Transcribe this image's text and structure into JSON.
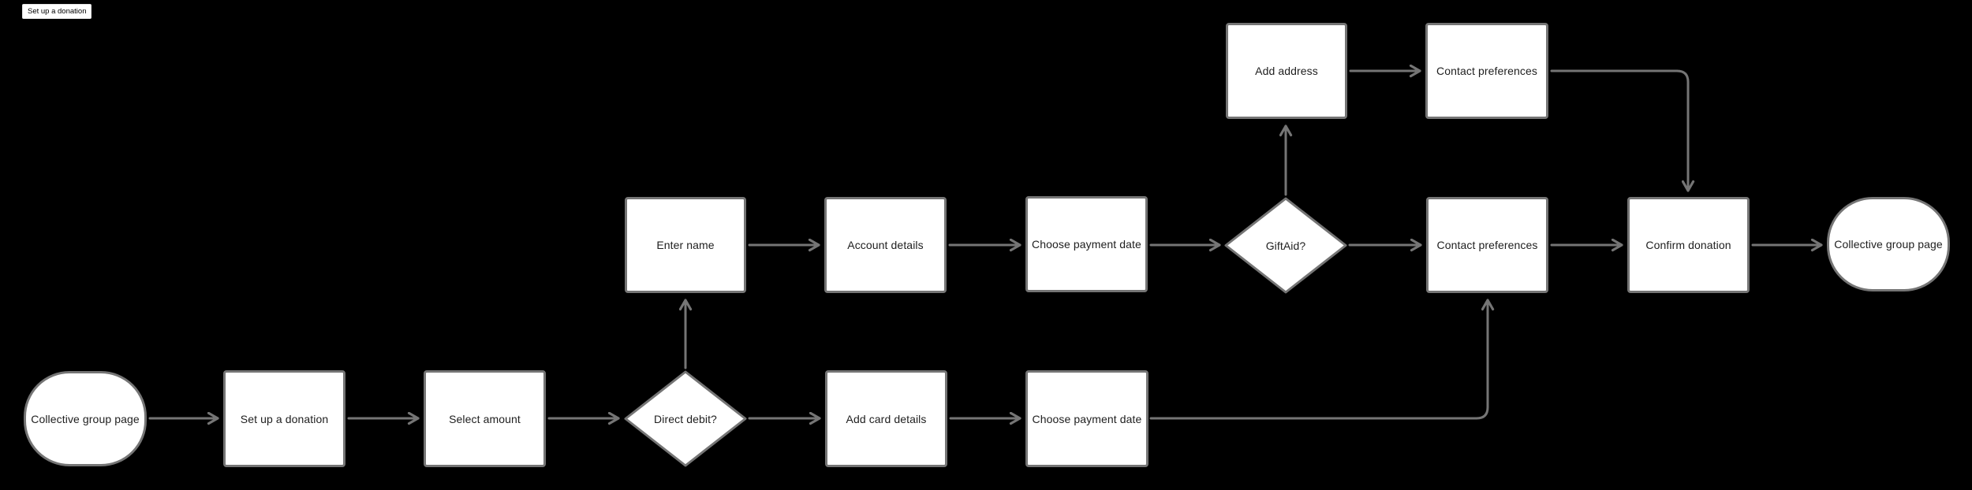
{
  "page_label": "Set up a donation",
  "colors": {
    "background": "#000000",
    "node_fill": "#ffffff",
    "node_stroke": "#757575",
    "connector": "#757575",
    "node_text": "#1e1e1e",
    "label_chip_bg": "#ffffff",
    "label_chip_text": "#000000"
  },
  "nodes": [
    {
      "id": "start",
      "type": "terminator",
      "label": "Collective group page"
    },
    {
      "id": "setup-donation",
      "type": "process",
      "label": "Set up a donation"
    },
    {
      "id": "select-amount",
      "type": "process",
      "label": "Select amount"
    },
    {
      "id": "direct-debit",
      "type": "decision",
      "label": "Direct debit?"
    },
    {
      "id": "add-card-details",
      "type": "process",
      "label": "Add card details"
    },
    {
      "id": "choose-date-card",
      "type": "process",
      "label": "Choose payment date"
    },
    {
      "id": "enter-name",
      "type": "process",
      "label": "Enter name"
    },
    {
      "id": "account-details",
      "type": "process",
      "label": "Account details"
    },
    {
      "id": "choose-date-dd",
      "type": "process",
      "label": "Choose payment date"
    },
    {
      "id": "giftaid",
      "type": "decision",
      "label": "GiftAid?"
    },
    {
      "id": "contact-prefs",
      "type": "process",
      "label": "Contact preferences"
    },
    {
      "id": "confirm-donation",
      "type": "process",
      "label": "Confirm donation"
    },
    {
      "id": "end",
      "type": "terminator",
      "label": "Collective group page"
    },
    {
      "id": "add-address",
      "type": "process",
      "label": "Add address"
    },
    {
      "id": "contact-prefs-ga",
      "type": "process",
      "label": "Contact preferences"
    }
  ]
}
